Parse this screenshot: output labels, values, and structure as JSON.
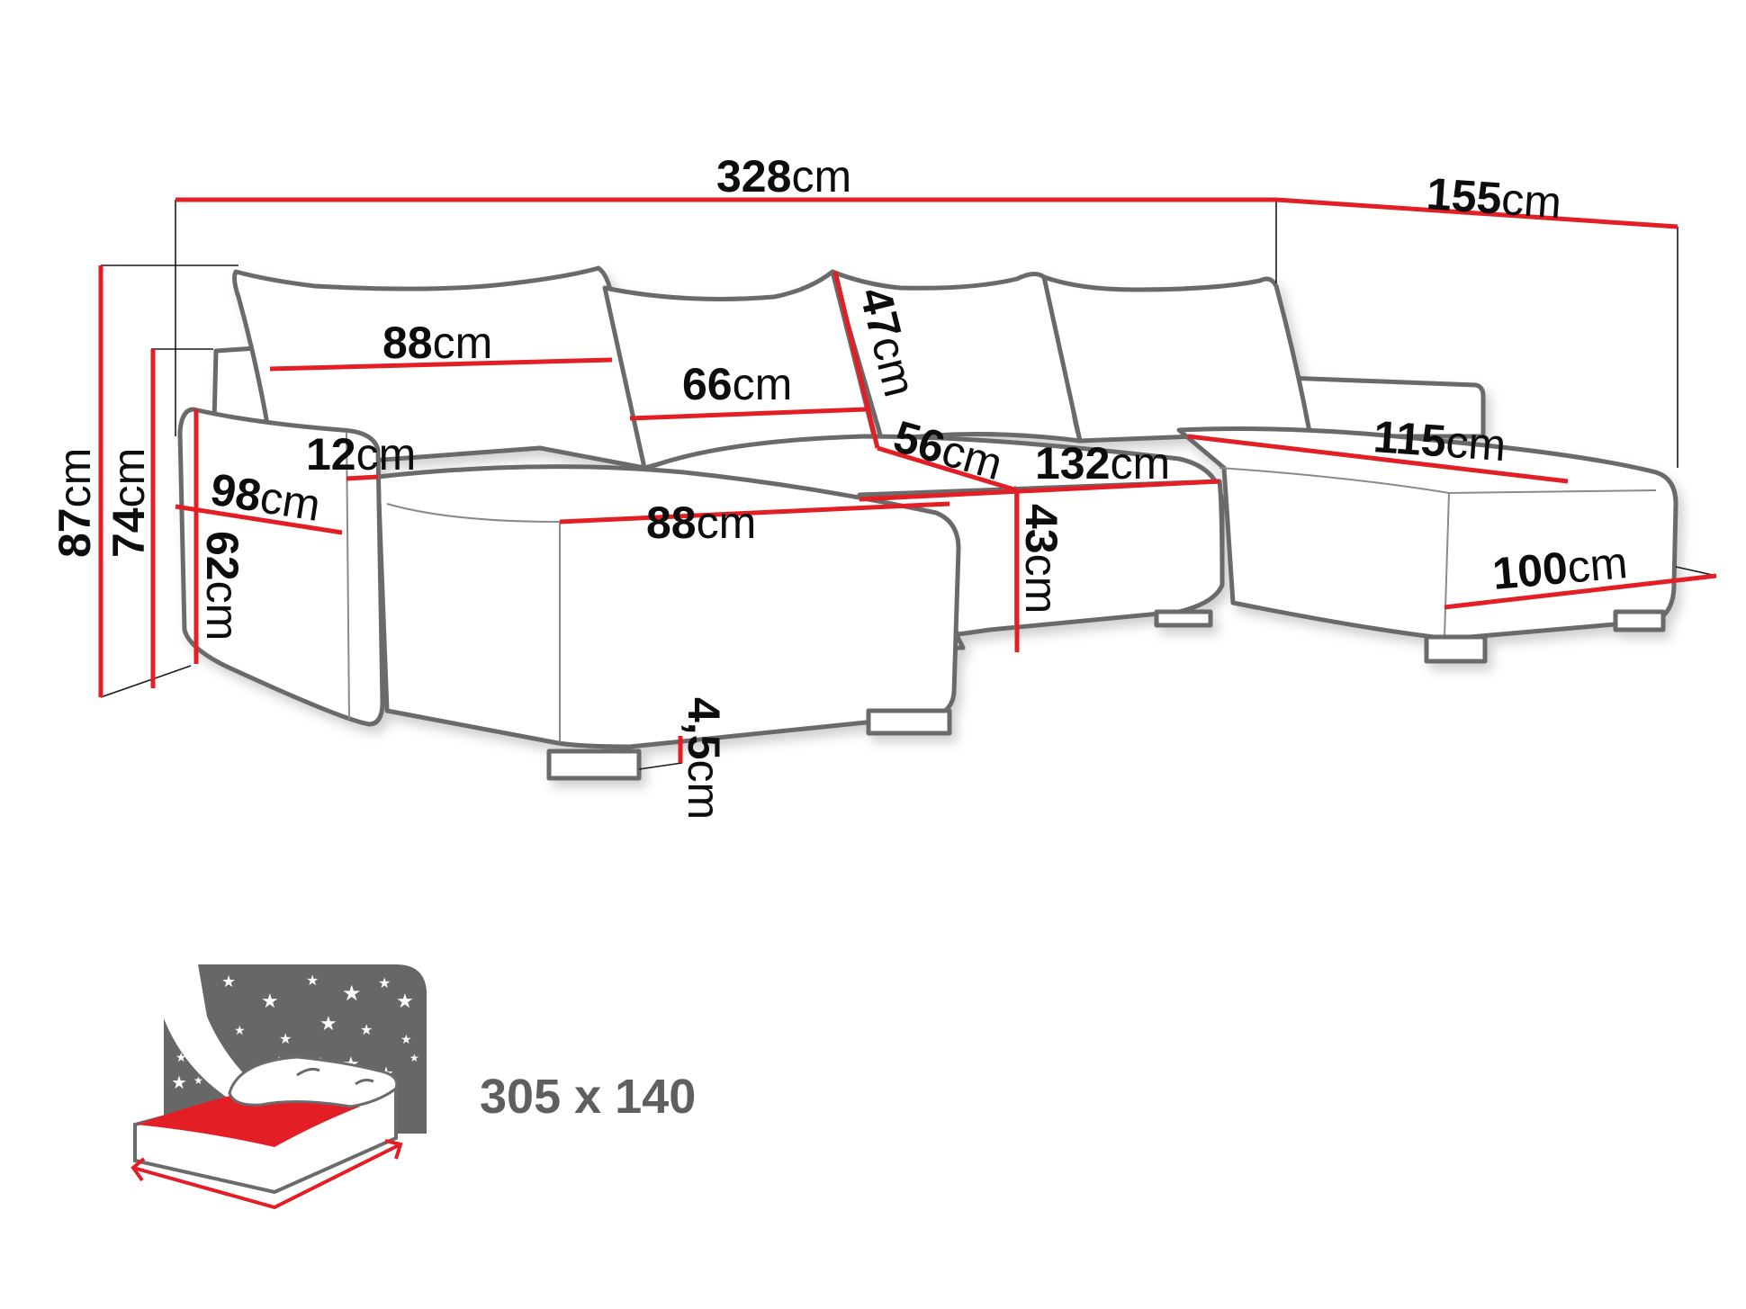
{
  "diagram": {
    "type": "furniture-dimension-drawing",
    "subject": "U-shaped corner sofa",
    "unit": "cm",
    "colors": {
      "dimension_line": "#e31e24",
      "outline": "#6b6b6b",
      "label_text": "#0d0d0d",
      "icon_gray": "#676767",
      "bed_red": "#e31e24"
    },
    "dimensions": {
      "overall_width": {
        "value": "328",
        "unit": "cm"
      },
      "chaise_right_depth": {
        "value": "155",
        "unit": "cm"
      },
      "total_height": {
        "value": "87",
        "unit": "cm"
      },
      "armrest_height": {
        "value": "74",
        "unit": "cm"
      },
      "armrest_front_height": {
        "value": "62",
        "unit": "cm"
      },
      "armrest_depth": {
        "value": "98",
        "unit": "cm"
      },
      "armrest_width": {
        "value": "12",
        "unit": "cm"
      },
      "back_cushion_left_width": {
        "value": "88",
        "unit": "cm"
      },
      "back_cushion_middle_width": {
        "value": "66",
        "unit": "cm"
      },
      "back_cushion_height": {
        "value": "47",
        "unit": "cm"
      },
      "seat_depth": {
        "value": "56",
        "unit": "cm"
      },
      "middle_seat_width": {
        "value": "132",
        "unit": "cm"
      },
      "seat_height": {
        "value": "43",
        "unit": "cm"
      },
      "left_chaise_width": {
        "value": "88",
        "unit": "cm"
      },
      "right_chaise_length": {
        "value": "115",
        "unit": "cm"
      },
      "right_chaise_width": {
        "value": "100",
        "unit": "cm"
      },
      "leg_height": {
        "value": "4,5",
        "unit": "cm"
      }
    },
    "sleeping_area": {
      "icon": "bed-with-night-sky-icon",
      "label": "305 x 140"
    }
  }
}
